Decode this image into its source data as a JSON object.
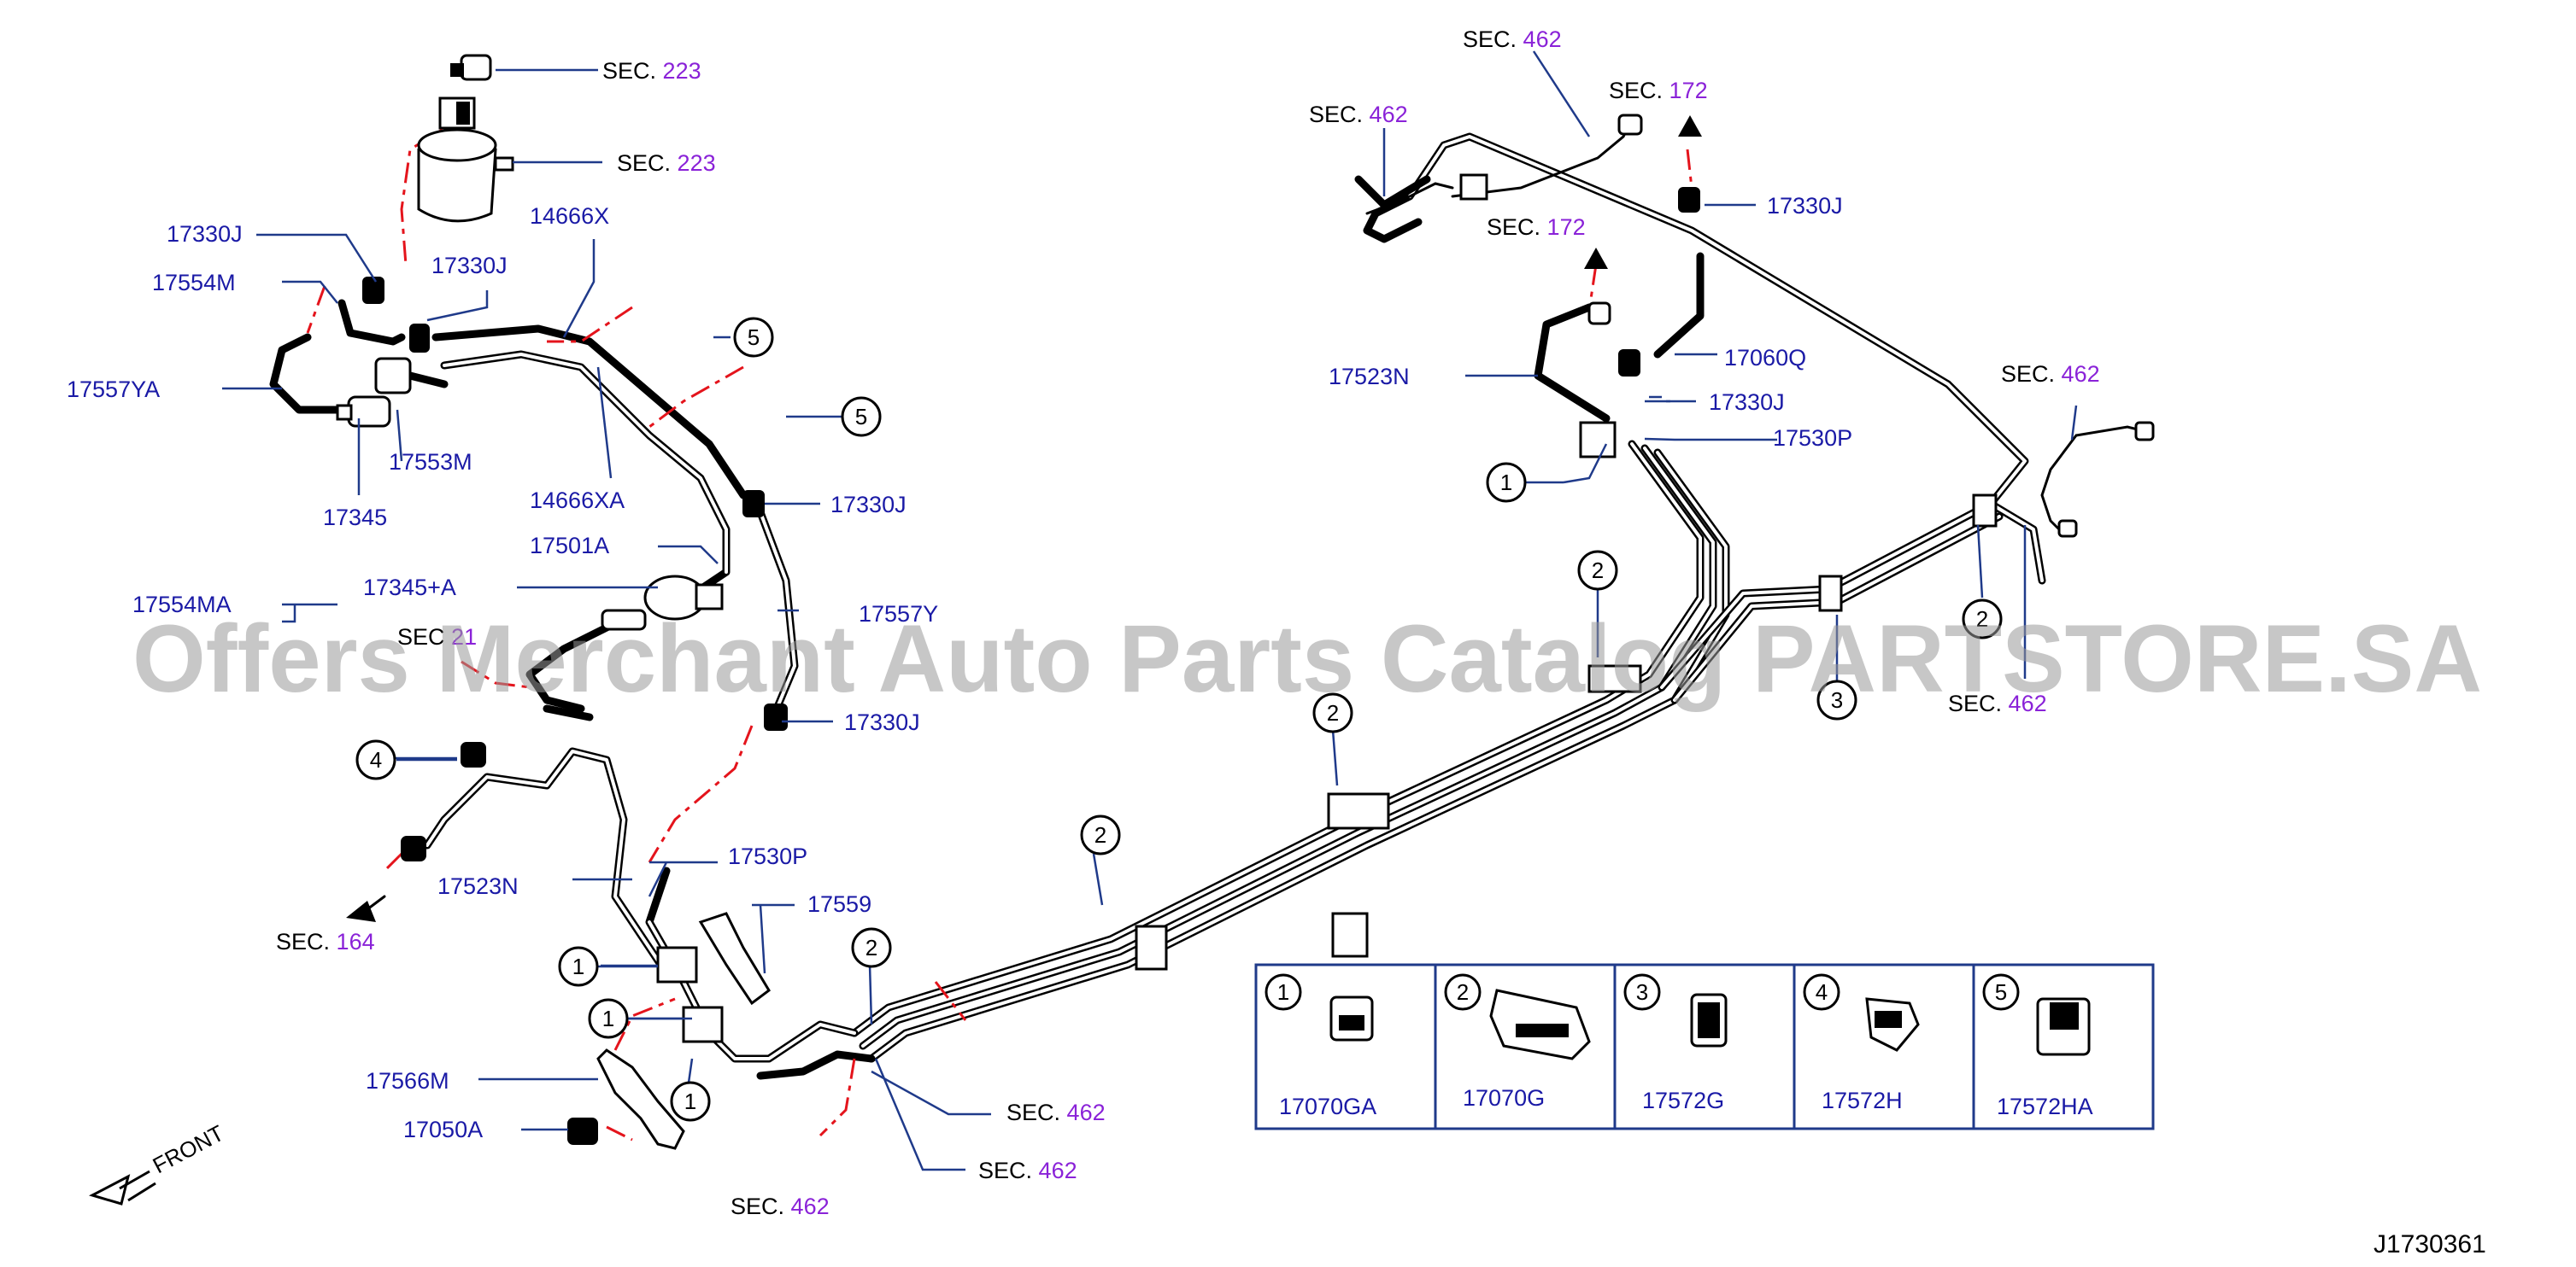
{
  "labels": {
    "p17330J_a": "17330J",
    "p17554M": "17554M",
    "p17330J_b": "17330J",
    "p14666X": "14666X",
    "p17557YA": "17557YA",
    "p17553M": "17553M",
    "p17345": "17345",
    "p14666XA": "14666XA",
    "p17330J_c": "17330J",
    "p17501A": "17501A",
    "p17554MA": "17554MA",
    "p17345A": "17345+A",
    "p17557Y": "17557Y",
    "p17330J_d": "17330J",
    "p17523N_a": "17523N",
    "p17530P_a": "17530P",
    "p17559": "17559",
    "p17566M": "17566M",
    "p17050A": "17050A",
    "p17523N_b": "17523N",
    "p17530P_b": "17530P",
    "p17060Q": "17060Q",
    "p17330J_e": "17330J",
    "p17330J_f": "17330J"
  },
  "sections": {
    "sec_word": "SEC.",
    "s223_a": "223",
    "s223_b": "223",
    "s164": "164",
    "s21_partial": "21",
    "s462_a": "462",
    "s462_b": "462",
    "s462_c": "462",
    "s462_d": "462",
    "s462_e": "462",
    "s462_f": "462",
    "s462_g": "462",
    "s172_a": "172",
    "s172_b": "172"
  },
  "callouts": [
    "1",
    "2",
    "3",
    "4",
    "5"
  ],
  "legend": [
    {
      "num": "1",
      "part": "17070GA"
    },
    {
      "num": "2",
      "part": "17070G"
    },
    {
      "num": "3",
      "part": "17572G"
    },
    {
      "num": "4",
      "part": "17572H"
    },
    {
      "num": "5",
      "part": "17572HA"
    }
  ],
  "front_label": "FRONT",
  "watermark": "Offers Merchant Auto Parts Catalog PARTSTORE.SA",
  "diagram_code": "J1730361",
  "colors": {
    "label_blue": "#1a1aa6",
    "section_purple": "#8a22d8",
    "dash_red": "#e4141c",
    "leader_blue": "#1f3a8a"
  }
}
